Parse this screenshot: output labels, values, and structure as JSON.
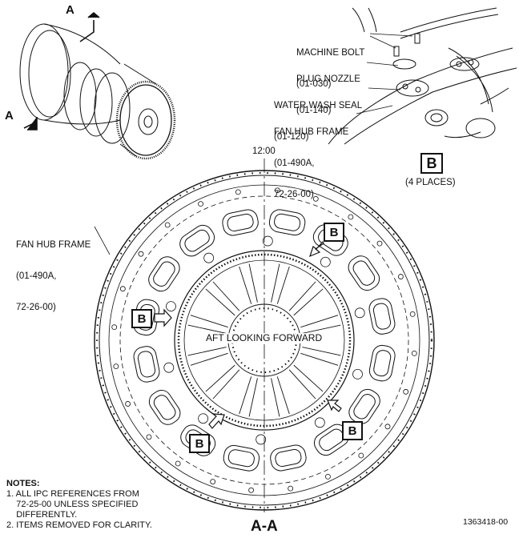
{
  "top_right_labels": [
    {
      "text": "MACHINE BOLT",
      "ref": "(01-030)"
    },
    {
      "text": "PLUG NOZZLE",
      "ref": "(01-140)"
    },
    {
      "text": "WATER WASH SEAL",
      "ref": "(01-120)"
    },
    {
      "text": "FAN HUB FRAME",
      "ref": "(01-490A,",
      "ref2": "72-26-00)"
    }
  ],
  "detail_b": {
    "letter": "B",
    "caption": "(4 PLACES)"
  },
  "clock_label": "12:00",
  "left_label": {
    "line1": "FAN HUB FRAME",
    "line2": "(01-490A,",
    "line3": "72-26-00)"
  },
  "center_label": "AFT LOOKING FORWARD",
  "section_arrow_label": "A",
  "section_title": "A-A",
  "callout_letter": "B",
  "notes": {
    "heading": "NOTES:",
    "items": [
      "1. ALL IPC REFERENCES FROM",
      "    72-25-00 UNLESS SPECIFIED",
      "    DIFFERENTLY.",
      "2. ITEMS REMOVED FOR CLARITY."
    ]
  },
  "figure_number": "1363418-00"
}
